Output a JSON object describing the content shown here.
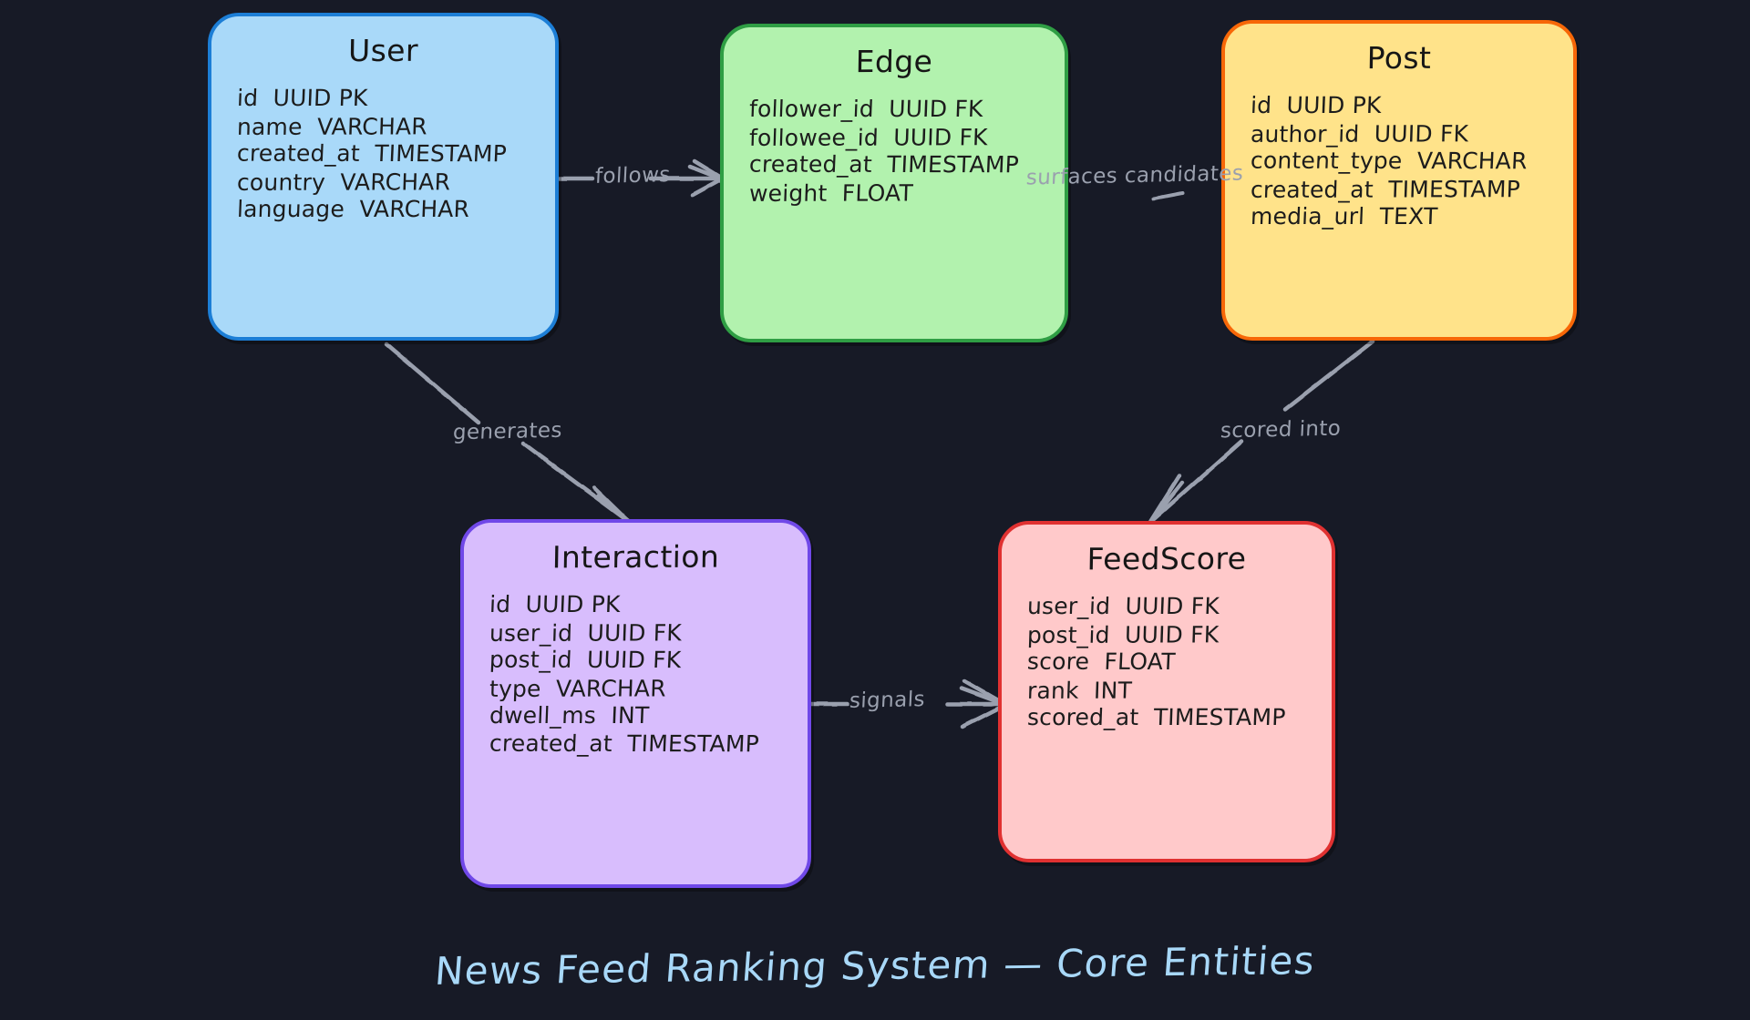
{
  "diagram": {
    "title": "News Feed Ranking System — Core Entities",
    "background_color": "#171a26",
    "title_color": "#a8d8f8",
    "edge_color": "#9aa0ae"
  },
  "entities": [
    {
      "id": "user",
      "name": "User",
      "fill": "#a9d9f9",
      "stroke": "#1c7ed6",
      "fields": [
        "id  UUID PK",
        "name  VARCHAR",
        "created_at  TIMESTAMP",
        "country  VARCHAR",
        "language  VARCHAR"
      ]
    },
    {
      "id": "edge",
      "name": "Edge",
      "fill": "#b2f2ae",
      "stroke": "#2f9e44",
      "fields": [
        "follower_id  UUID FK",
        "followee_id  UUID FK",
        "created_at  TIMESTAMP",
        "weight  FLOAT"
      ]
    },
    {
      "id": "post",
      "name": "Post",
      "fill": "#ffe38a",
      "stroke": "#f76707",
      "fields": [
        "id  UUID PK",
        "author_id  UUID FK",
        "content_type  VARCHAR",
        "created_at  TIMESTAMP",
        "media_url  TEXT"
      ]
    },
    {
      "id": "interaction",
      "name": "Interaction",
      "fill": "#d8bdfd",
      "stroke": "#7048e8",
      "fields": [
        "id  UUID PK",
        "user_id  UUID FK",
        "post_id  UUID FK",
        "type  VARCHAR",
        "dwell_ms  INT",
        "created_at  TIMESTAMP"
      ]
    },
    {
      "id": "feedscore",
      "name": "FeedScore",
      "fill": "#ffc9ca",
      "stroke": "#e03131",
      "fields": [
        "user_id  UUID FK",
        "post_id  UUID FK",
        "score  FLOAT",
        "rank  INT",
        "scored_at  TIMESTAMP"
      ]
    }
  ],
  "relationships": [
    {
      "id": "follows",
      "label": "follows",
      "from": "user",
      "to": "edge"
    },
    {
      "id": "surfaces-candidates",
      "label": "surfaces candidates",
      "from": "edge",
      "to": "post"
    },
    {
      "id": "generates",
      "label": "generates",
      "from": "user",
      "to": "interaction"
    },
    {
      "id": "scored-into",
      "label": "scored into",
      "from": "post",
      "to": "feedscore"
    },
    {
      "id": "signals",
      "label": "signals",
      "from": "interaction",
      "to": "feedscore"
    }
  ]
}
